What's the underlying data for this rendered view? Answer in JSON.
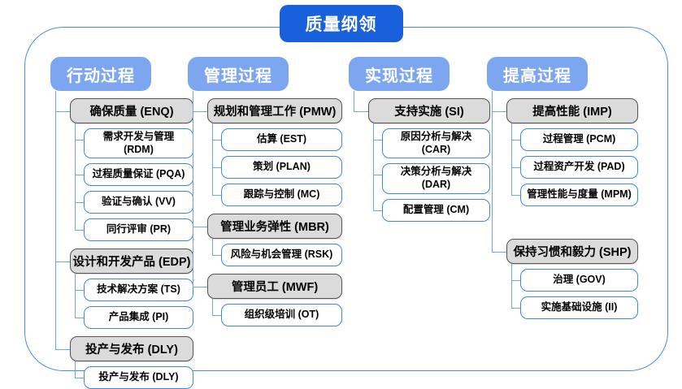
{
  "title": "质量纲领",
  "colors": {
    "title_bg": "#1961dc",
    "header_bg": "#7ca6f0",
    "line": "#6fa3ec",
    "gray_fill": "#dbdbdb",
    "gray_border": "#545454",
    "white_border": "#3e86e6",
    "frame_border": "#4a89e8"
  },
  "columns": [
    {
      "header": "行动过程",
      "groups": [
        {
          "label": "确保质量 (ENQ)",
          "children": [
            "需求开发与管理 (RDM)",
            "过程质量保证 (PQA)",
            "验证与确认 (VV)",
            "同行评审 (PR)"
          ]
        },
        {
          "label": "设计和开发产品 (EDP)",
          "children": [
            "技术解决方案 (TS)",
            "产品集成 (PI)"
          ]
        },
        {
          "label": "投产与发布 (DLY)",
          "children": [
            "投产与发布 (DLY)"
          ]
        }
      ]
    },
    {
      "header": "管理过程",
      "groups": [
        {
          "label": "规划和管理工作 (PMW)",
          "children": [
            "估算 (EST)",
            "策划 (PLAN)",
            "跟踪与控制 (MC)"
          ]
        },
        {
          "label": "管理业务弹性 (MBR)",
          "children": [
            "风险与机会管理 (RSK)"
          ]
        },
        {
          "label": "管理员工 (MWF)",
          "children": [
            "组织级培训 (OT)"
          ]
        }
      ]
    },
    {
      "header": "实现过程",
      "groups": [
        {
          "label": "支持实施 (SI)",
          "children": [
            "原因分析与解决 (CAR)",
            "决策分析与解决 (DAR)",
            "配置管理 (CM)"
          ]
        }
      ]
    },
    {
      "header": "提高过程",
      "groups": [
        {
          "label": "提高性能 (IMP)",
          "children": [
            "过程管理 (PCM)",
            "过程资产开发 (PAD)",
            "管理性能与度量 (MPM)"
          ]
        },
        {
          "label": "保持习惯和毅力 (SHP)",
          "children": [
            "治理 (GOV)",
            "实施基础设施 (II)"
          ]
        }
      ]
    }
  ]
}
